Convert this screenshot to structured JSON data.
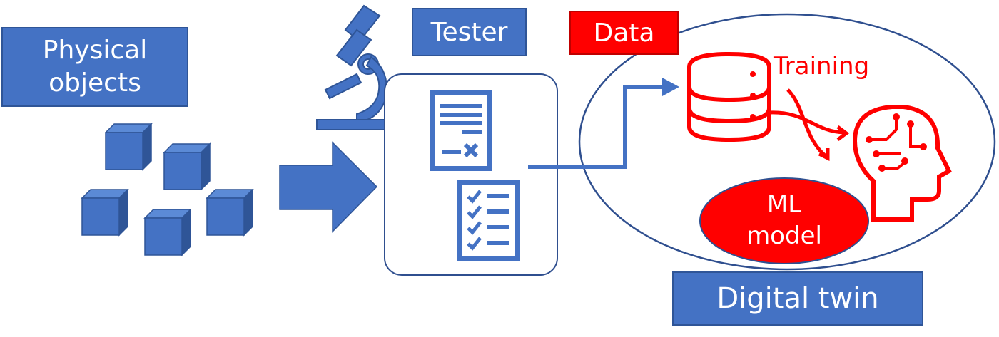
{
  "labels": {
    "physical_objects": "Physical\nobjects",
    "tester": "Tester",
    "data": "Data",
    "training": "Training",
    "ml_model": "ML\nmodel",
    "digital_twin": "Digital twin"
  },
  "icons": [
    "cube-icon",
    "microscope-icon",
    "document-icon",
    "checklist-icon",
    "database-icon",
    "ai-head-icon"
  ],
  "colors": {
    "blue": "#4472c4",
    "blue_dark": "#2f5597",
    "red": "#ff0000",
    "outline": "#2f4f8f"
  }
}
